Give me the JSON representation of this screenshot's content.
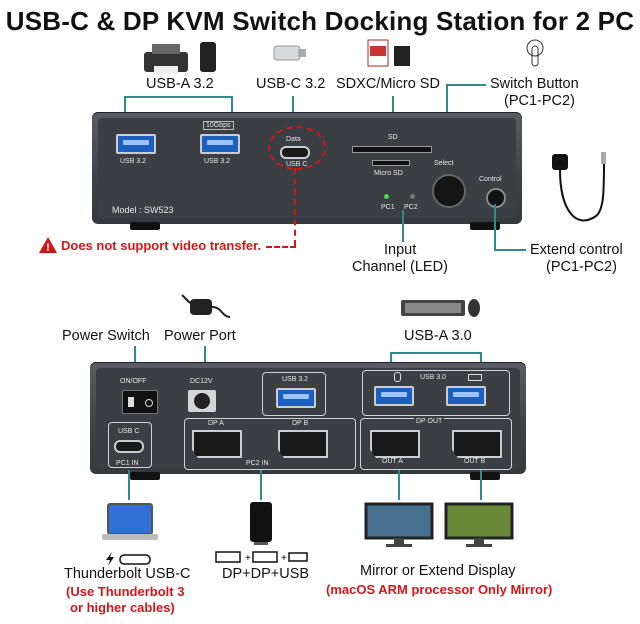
{
  "title": "USB-C & DP KVM Switch Docking Station for 2 PC",
  "top": {
    "usba_label": "USB-A 3.2",
    "usbc_label": "USB-C 3.2",
    "sd_label": "SDXC/Micro SD",
    "switch_label_1": "Switch Button",
    "switch_label_2": "(PC1-PC2)",
    "speed_badge": "10Gbps",
    "port1": "USB 3.2",
    "port2": "USB 3.2",
    "data": "Data",
    "usbc_port": "USB C",
    "sd": "SD",
    "microsd": "Micro SD",
    "select": "Select",
    "control": "Control",
    "model": "Model : SW523",
    "pc1": "PC1",
    "pc2": "PC2",
    "warning": "Does not support video transfer.",
    "input_1": "Input",
    "input_2": "Channel (LED)",
    "extend_1": "Extend control",
    "extend_2": "(PC1-PC2)"
  },
  "bottom": {
    "power_switch": "Power Switch",
    "power_port": "Power Port",
    "usba30": "USB-A 3.0",
    "onoff": "ON/OFF",
    "dc12v": "DC12V",
    "usb32": "USB 3.2",
    "usb30": "USB 3.0",
    "dp_a": "DP A",
    "dp_b": "DP B",
    "dp_out": "DP OUT",
    "out_a": "OUT A",
    "out_b": "OUT B",
    "usbc": "USB C",
    "pc1_in": "PC1 IN",
    "pc2_in": "PC2 IN",
    "tb_title": "Thunderbolt USB-C",
    "tb_note_1": "(Use Thunderbolt 3",
    "tb_note_2": "or higher cables)",
    "dp_title": "DP+DP+USB",
    "mirror_title": "Mirror or Extend Display",
    "mirror_note": "(macOS ARM processor Only Mirror)"
  },
  "colors": {
    "accent_teal": "#2d8b8c",
    "warning_red": "#d01818",
    "port_blue": "#1c5fbf"
  }
}
